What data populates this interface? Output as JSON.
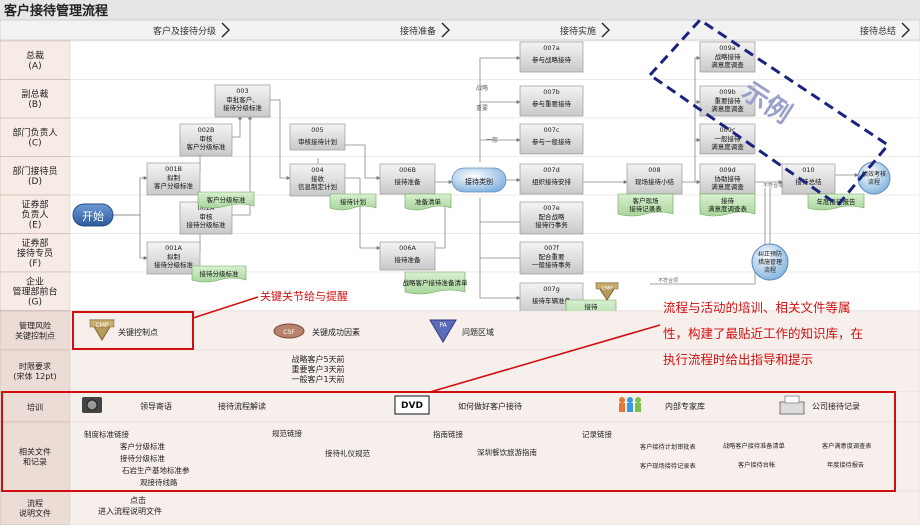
{
  "title": "客户接待管理流程",
  "phases": [
    "客户及接待分级",
    "接待准备",
    "接待实施",
    "接待总结"
  ],
  "lanes": [
    {
      "id": "A",
      "name": "总裁",
      "code": "(A)"
    },
    {
      "id": "B",
      "name": "副总裁",
      "code": "(B)"
    },
    {
      "id": "C",
      "name": "部门负责人",
      "code": "(C)"
    },
    {
      "id": "D",
      "name": "部门接待员",
      "code": "(D)"
    },
    {
      "id": "E",
      "name": "证券部\n负责人",
      "code": "(E)"
    },
    {
      "id": "F",
      "name": "证券部\n接待专员",
      "code": "(F)"
    },
    {
      "id": "G",
      "name": "企业\n管理部前台",
      "code": "(G)"
    }
  ],
  "start_label": "开始",
  "nodes": [
    {
      "id": "003",
      "code": "003",
      "text": "审批客户、\n接待分级标准"
    },
    {
      "id": "002B",
      "code": "002B",
      "text": "审核\n客户分级标准"
    },
    {
      "id": "001B",
      "code": "001B",
      "text": "拟制\n客户分级标准"
    },
    {
      "id": "002A",
      "code": "002A",
      "text": "审核\n接待分级标准"
    },
    {
      "id": "001A",
      "code": "001A",
      "text": "拟制\n接待分级标准"
    },
    {
      "id": "005",
      "code": "005",
      "text": "审核接待计划"
    },
    {
      "id": "004",
      "code": "004",
      "text": "接收\n信息制定计划"
    },
    {
      "id": "006B",
      "code": "006B",
      "text": "接待准备"
    },
    {
      "id": "006A",
      "code": "006A",
      "text": "接待准备"
    },
    {
      "id": "007a",
      "code": "007a",
      "text": "参与战略接待"
    },
    {
      "id": "007b",
      "code": "007b",
      "text": "参与重要接待"
    },
    {
      "id": "007c",
      "code": "007c",
      "text": "参与一般接待"
    },
    {
      "id": "007d",
      "code": "007d",
      "text": "组织接待安排"
    },
    {
      "id": "007e",
      "code": "007e",
      "text": "配合战略\n接待行事务"
    },
    {
      "id": "007f",
      "code": "007f",
      "text": "配合重要\n一般接待事务"
    },
    {
      "id": "007g",
      "code": "007g",
      "text": "接待车辆准备"
    },
    {
      "id": "008",
      "code": "008",
      "text": "现场接待小结"
    },
    {
      "id": "009a",
      "code": "009a",
      "text": "战略接待\n满意度调查"
    },
    {
      "id": "009b",
      "code": "009b",
      "text": "重要接待\n满意度调查"
    },
    {
      "id": "009c",
      "code": "009c",
      "text": "一般接待\n满意度调查"
    },
    {
      "id": "009d",
      "code": "009d",
      "text": "协助接待\n满意度调查"
    },
    {
      "id": "010",
      "code": "010",
      "text": "接待总结"
    }
  ],
  "decision": {
    "label": "接待类别",
    "branches": [
      "战略",
      "重要",
      "一般"
    ]
  },
  "end_node": {
    "label": "绩效考核\n流程"
  },
  "side_node": {
    "label": "纠正预防\n措施管理\n流程"
  },
  "side_labels": {
    "inconform_1": "不符合项",
    "inconform_2": "不符合项"
  },
  "documents": {
    "d1": "客户分级标准",
    "d2": "接待分级标准",
    "d3": "接待计划",
    "d4": "准备清单",
    "d5": "战略客户接待准备清单",
    "d6": "客户现场\n接待记录表",
    "d7": "接待\n满意度调查表",
    "d8": "年度接待报告",
    "d9": "接待\n礼仪规范"
  },
  "badges": {
    "cmp": "CMP",
    "csf": "CSF",
    "pa": "PA"
  },
  "watermark": "示例",
  "callouts": {
    "key_control": "关键关节给与提醒",
    "knowledge": "流程与活动的培训、相关文件等属\n性，构建了最贴近工作的知识库，在\n执行流程时给出指导和提示"
  },
  "legend": {
    "row_label": "管理风险\n关键控制点",
    "items": [
      {
        "badge": "CMP",
        "label": "关键控制点"
      },
      {
        "badge": "CSF",
        "label": "关键成功因素"
      },
      {
        "badge": "PA",
        "label": "问题区域"
      }
    ]
  },
  "time_req": {
    "label": "时限要求\n(宋体 12pt)",
    "lines": [
      "战略客户5天前",
      "重要客户3天前",
      "一般客户1天前"
    ]
  },
  "training": {
    "label": "培训",
    "items": [
      "领导寄语",
      "接待流程解读",
      "如何做好客户接待",
      "内部专家库",
      "公司接待记录"
    ]
  },
  "related": {
    "label": "相关文件\n和记录",
    "groups": [
      {
        "title": "制度标准链接",
        "items": [
          "客户分级标准",
          "接待分级标准",
          "石岩生产基地标准参",
          "观接待线路"
        ]
      },
      {
        "title": "规范链接",
        "items": [
          "接待礼仪规范"
        ]
      },
      {
        "title": "指南链接",
        "items": [
          "深圳餐饮旅游指南"
        ]
      },
      {
        "title": "记录链接",
        "items": [
          "客户接待计划审批表",
          "战略客户接待准备清单",
          "客户满意度调查表",
          "客户现场接待记录表",
          "客户接待台帐",
          "年度接待报告"
        ]
      }
    ]
  },
  "process_doc": {
    "label": "流程\n说明文件",
    "lines": [
      "点击",
      "进入流程说明文件"
    ]
  },
  "colors": {
    "accent": "#c00000",
    "box_fill": "#d8d8d8",
    "lane_fill": "#f7ebe6",
    "row_fill": "#ecdcd6",
    "start": "#3f73b6",
    "ball": "#9dc3e6"
  }
}
